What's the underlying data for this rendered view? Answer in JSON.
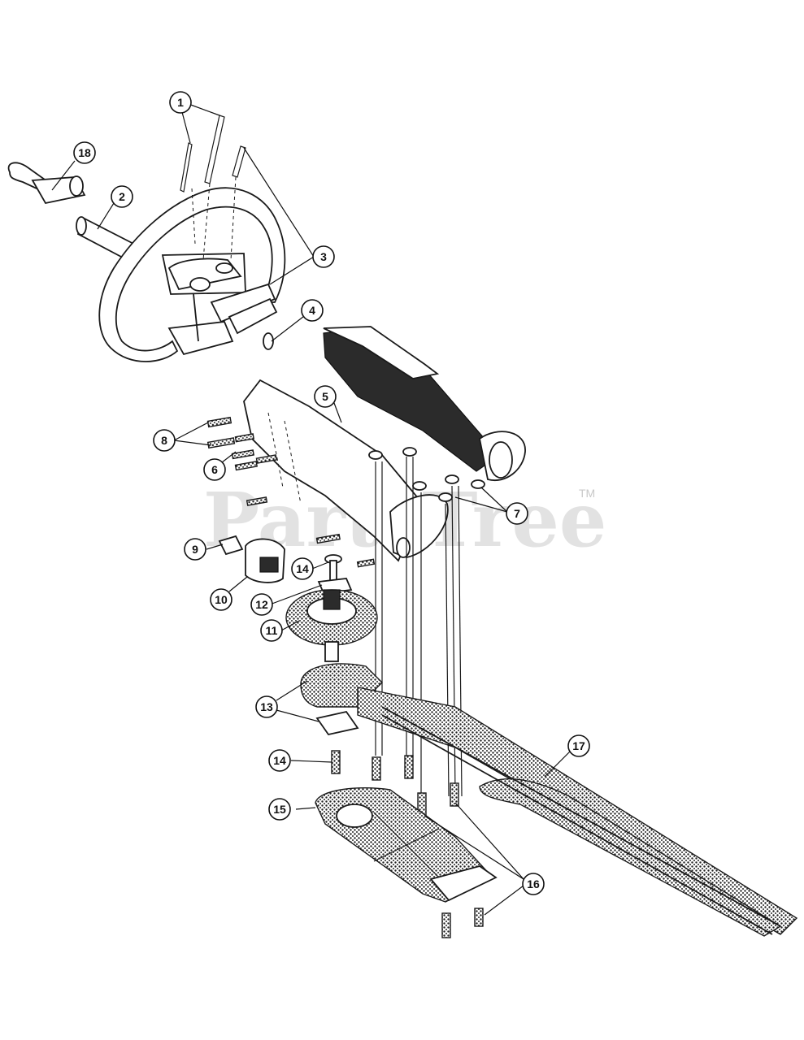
{
  "watermark": {
    "text": "PartsTree",
    "trademark": "TM"
  },
  "callouts": [
    "1",
    "2",
    "3",
    "4",
    "5",
    "6",
    "7",
    "8",
    "9",
    "10",
    "11",
    "12",
    "13",
    "14",
    "14",
    "15",
    "16",
    "17",
    "18"
  ],
  "colors": {
    "ink": "#111111",
    "watermark": "#d9d9d9",
    "background": "#ffffff"
  }
}
